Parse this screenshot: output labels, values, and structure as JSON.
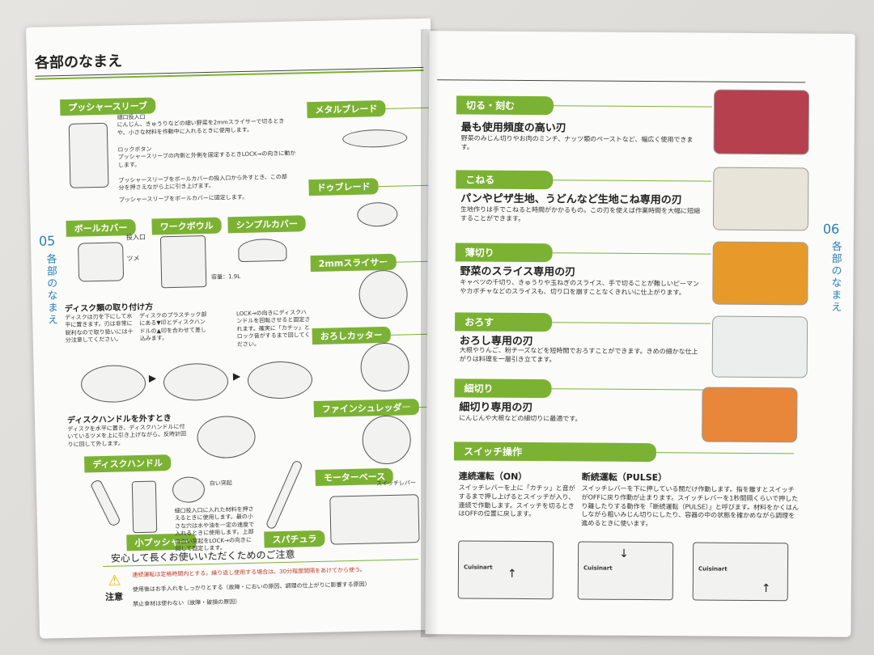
{
  "left": {
    "title": "各部のなまえ",
    "page_num": "05",
    "side_label": "各部のなまえ",
    "pusher_sleeve": {
      "tag": "プッシャースリーブ",
      "feed_tube": "細口投入口\nにんじん、きゅうりなどの細い野菜を2mmスライサーで切るときや、小さな材料を作動中に入れるときに使用します。",
      "lock_button": "ロックボタン\nプッシャースリーブの内側と外側を固定するときLOCK→の向きに動かします。",
      "note1": "プッシャースリーブをボールカバーの投入口から外すとき、この部分を押さえながら上に引き上げます。",
      "note2": "プッシャースリーブをボールカバーに固定します。"
    },
    "bowl_cover": {
      "tag": "ボールカバー",
      "inlet": "投入口",
      "claw": "ツメ"
    },
    "work_bowl": {
      "tag": "ワークボウル",
      "capacity": "容量：1.9L"
    },
    "simple_cover": {
      "tag": "シンプルカバー"
    },
    "disc_attach": {
      "title": "ディスク類の取り付け方",
      "step1": "ディスクは刃を下にして水平に置きます。刃は非常に鋭利なので取り扱いには十分注意してください。",
      "step2": "ディスクのプラスチック部にある▼印とディスクハンドルの▲印を合わせて差し込みます。",
      "step3": "LOCK→の向きにディスクハンドルを回転させると固定されます。確実に「カチッ」とロック音がするまで回してください。"
    },
    "disc_remove": {
      "title": "ディスクハンドルを外すとき",
      "text": "ディスクを水平に置き、ディスクハンドルに付いているツメを上に引き上げながら、反時計回りに回して外します。"
    },
    "disc_handle": {
      "tag": "ディスクハンドル"
    },
    "small_pusher": {
      "tag": "小プッシャー",
      "white_bump": "白い突起",
      "text": "細口投入口に入れた材料を押さえるときに使用します。最の小さな穴は水や油を一定の速度で入れるときに使用します。上部の白い突起をLOCK→の向きに回して固定します。"
    },
    "spatula": {
      "tag": "スパチュラ"
    },
    "metal_blade": {
      "tag": "メタルブレード"
    },
    "dough_blade": {
      "tag": "ドゥブレード"
    },
    "slicer": {
      "tag": "2mmスライサー"
    },
    "grater": {
      "tag": "おろしカッター"
    },
    "fine_shredder": {
      "tag": "ファインシュレッダー"
    },
    "motor_base": {
      "tag": "モーターベース",
      "switch_lever": "スイッチレバー"
    },
    "caution": {
      "title": "安心して長くお使いいただくためのご注意",
      "label": "注意",
      "line1": "連続運転は定格時間内とする。繰り返し使用する場合は、30分程度間隔をあけてから使う。",
      "line2": "使用後はお手入れをしっかりとする（故障・においの原因、調理の仕上がりに影響する原因）",
      "line3": "禁止食材は使わない（故障・破損の原因）"
    }
  },
  "right": {
    "page_num": "06",
    "side_label": "各部のなまえ",
    "sections": [
      {
        "tag": "切る・刻む",
        "heading": "最も使用頻度の高い刃",
        "body": "野菜のみじん切りやお肉のミンチ、ナッツ類のペーストなど、幅広く使用できます。"
      },
      {
        "tag": "こねる",
        "heading": "パンやピザ生地、うどんなど生地こね専用の刃",
        "body": "生地作りは手でこねると時間がかかるもの。この刃を使えば作業時間を大幅に短縮することができます。"
      },
      {
        "tag": "薄切り",
        "heading": "野菜のスライス専用の刃",
        "body": "キャベツの千切り、きゅうりや玉ねぎのスライス、手で切ることが難しいピーマンやカボチャなどのスライスも、切り口を崩すことなくきれいに仕上がります。"
      },
      {
        "tag": "おろす",
        "heading": "おろし専用の刃",
        "body": "大根やりんご、粉チーズなどを短時間でおろすことができます。きめの細かな仕上がりは料理を一層引き立てます。"
      },
      {
        "tag": "細切り",
        "heading": "細切り専用の刃",
        "body": "にんじんや大根などの細切りに最適です。"
      }
    ],
    "switch": {
      "tag": "スイッチ操作",
      "on_title": "連続運転（ON）",
      "on_body": "スイッチレバーを上に「カチッ」と音がするまで押し上げるとスイッチが入り、連続で作動します。スイッチを切るときはOFFの位置に戻します。",
      "pulse_title": "断続運転（PULSE）",
      "pulse_body": "スイッチレバーを下に押している間だけ作動します。指を離すとスイッチがOFFに戻り作動が止まります。スイッチレバーを1秒間隔くらいで押したり離したりする動作を「断続運転（PULSE）」と呼びます。材料をかくはんしながら粗いみじん切りにしたり、容器の中の状態を確かめながら調理を進めるときに使います。",
      "brand": "Cuisinart"
    }
  },
  "colors": {
    "accent_green": "#7cb234",
    "accent_blue": "#2a7fb8",
    "caution_red": "#c0392b"
  }
}
